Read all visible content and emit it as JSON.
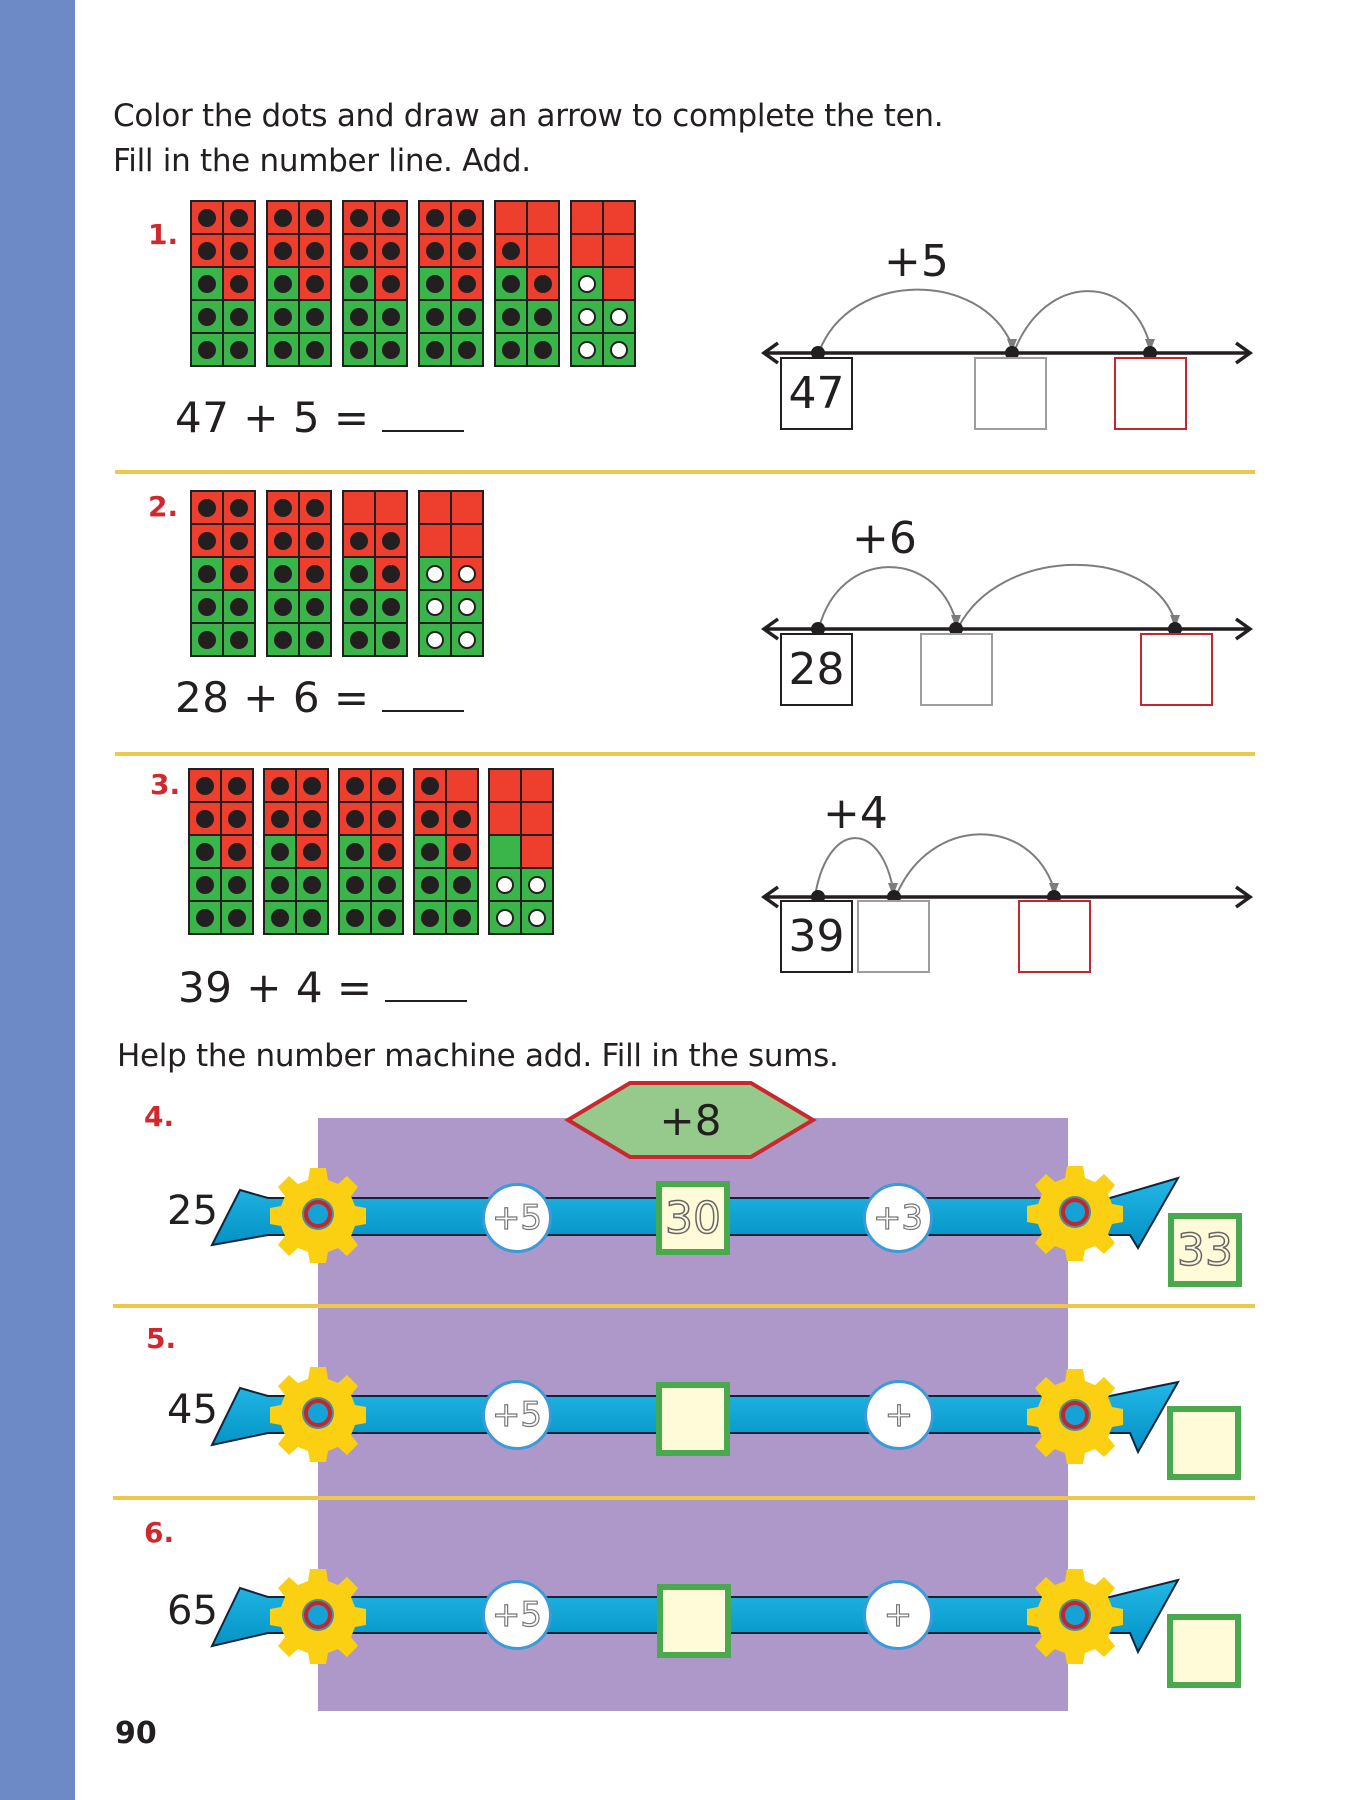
{
  "instructions": {
    "line1": "Color the dots and draw an arrow to complete the ten.",
    "line2": "Fill in the number line. Add."
  },
  "problems": [
    {
      "label": "1.",
      "equation": "47 + 5 =",
      "answer": "",
      "jump_label": "+5",
      "start": "47",
      "mid_box": "",
      "end_box": "",
      "frames": [
        {
          "colors": "rrrrgrgggg",
          "dots": "bbbbbbbbbb"
        },
        {
          "colors": "rrrrgrgggg",
          "dots": "bbbbbbbbbb"
        },
        {
          "colors": "rrrrgrgggg",
          "dots": "bbbbbbbbbb"
        },
        {
          "colors": "rrrrgrgggg",
          "dots": "bbbbbbbbbb"
        },
        {
          "colors": "rrrrgrgggg",
          "dots": "--b-bbbbbb"
        },
        {
          "colors": "rrrrgrgggg",
          "dots": "----w-wwww"
        }
      ]
    },
    {
      "label": "2.",
      "equation": "28 + 6 =",
      "answer": "",
      "jump_label": "+6",
      "start": "28",
      "mid_box": "",
      "end_box": "",
      "frames": [
        {
          "colors": "rrrrgrgggg",
          "dots": "bbbbbbbbbb"
        },
        {
          "colors": "rrrrgrgggg",
          "dots": "bbbbbbbbbb"
        },
        {
          "colors": "rrrrgrgggg",
          "dots": "--bbbbbbbb"
        },
        {
          "colors": "rrrrgrgggg",
          "dots": "----wwwwww"
        }
      ]
    },
    {
      "label": "3.",
      "equation": "39 + 4 =",
      "answer": "",
      "jump_label": "+4",
      "start": "39",
      "mid_box": "",
      "end_box": "",
      "frames": [
        {
          "colors": "rrrrgrgggg",
          "dots": "bbbbbbbbbb"
        },
        {
          "colors": "rrrrgrgggg",
          "dots": "bbbbbbbbbb"
        },
        {
          "colors": "rrrrgrgggg",
          "dots": "bbbbbbbbbb"
        },
        {
          "colors": "rrrrgrgggg",
          "dots": "b-bbbbbbbb"
        },
        {
          "colors": "rrrrgrgggg",
          "dots": "------wwww"
        }
      ]
    }
  ],
  "machine": {
    "instruction": "Help the number machine add. Fill in the sums.",
    "operator": "+8",
    "rows": [
      {
        "label": "4.",
        "input": "25",
        "step1": "+5",
        "middle": "30",
        "step2": "+3",
        "output": "33"
      },
      {
        "label": "5.",
        "input": "45",
        "step1": "+5",
        "middle": "",
        "step2": "+",
        "output": ""
      },
      {
        "label": "6.",
        "input": "65",
        "step1": "+5",
        "middle": "",
        "step2": "+",
        "output": ""
      }
    ]
  },
  "page_number": "90",
  "colors": {
    "sidebar": "#6d8ac6",
    "red": "#ee3e2d",
    "green": "#3ab54a",
    "label_red": "#d1282e",
    "divider": "#ecc94b",
    "machine_bg": "#ae98c9",
    "belt": "#17a8dc",
    "gear": "#fcd012",
    "hexagon": "#96c98c"
  }
}
